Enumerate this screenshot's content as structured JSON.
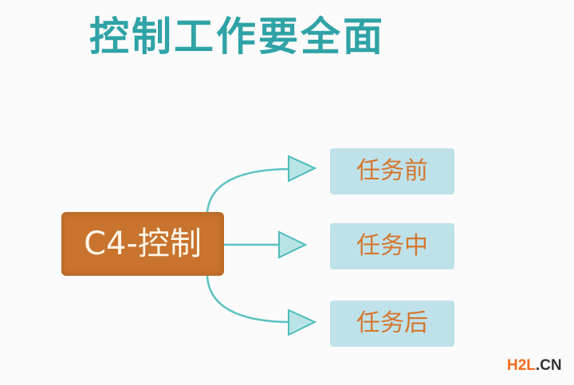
{
  "title": "控制工作要全面",
  "root": {
    "label": "C4-控制"
  },
  "branches": [
    {
      "label": "任务前"
    },
    {
      "label": "任务中"
    },
    {
      "label": "任务后"
    }
  ],
  "watermark": {
    "part1": "H2L",
    "part2": ".CN"
  },
  "colors": {
    "title": "#2fa3a6",
    "root": "#c8732e",
    "node": "#bfe2ea",
    "node_text": "#d4772f",
    "link": "#5cc3c3"
  }
}
